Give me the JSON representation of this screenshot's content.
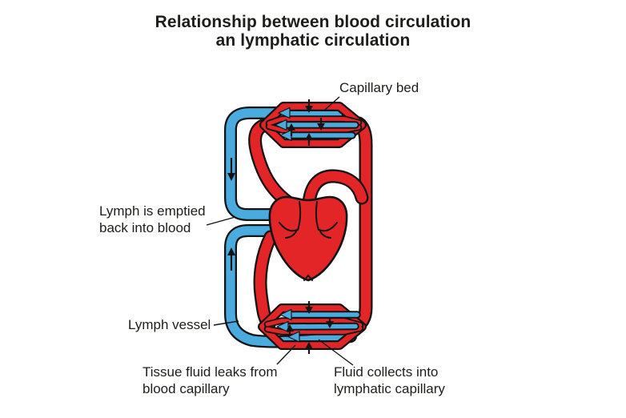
{
  "title": {
    "line1": "Relationship between blood circulation",
    "line2": "an lymphatic circulation"
  },
  "labels": {
    "capillary_bed": "Capillary bed",
    "lymph_emptied_line1": "Lymph is emptied",
    "lymph_emptied_line2": "back into blood",
    "lymph_vessel": "Lymph vessel",
    "tissue_fluid_line1": "Tissue fluid leaks from",
    "tissue_fluid_line2": "blood capillary",
    "fluid_collects_line1": "Fluid collects into",
    "fluid_collects_line2": "lymphatic capillary"
  },
  "colors": {
    "blood_red": "#e32528",
    "lymph_blue": "#4aabdf",
    "outline_black": "#141414",
    "background": "#ffffff"
  }
}
